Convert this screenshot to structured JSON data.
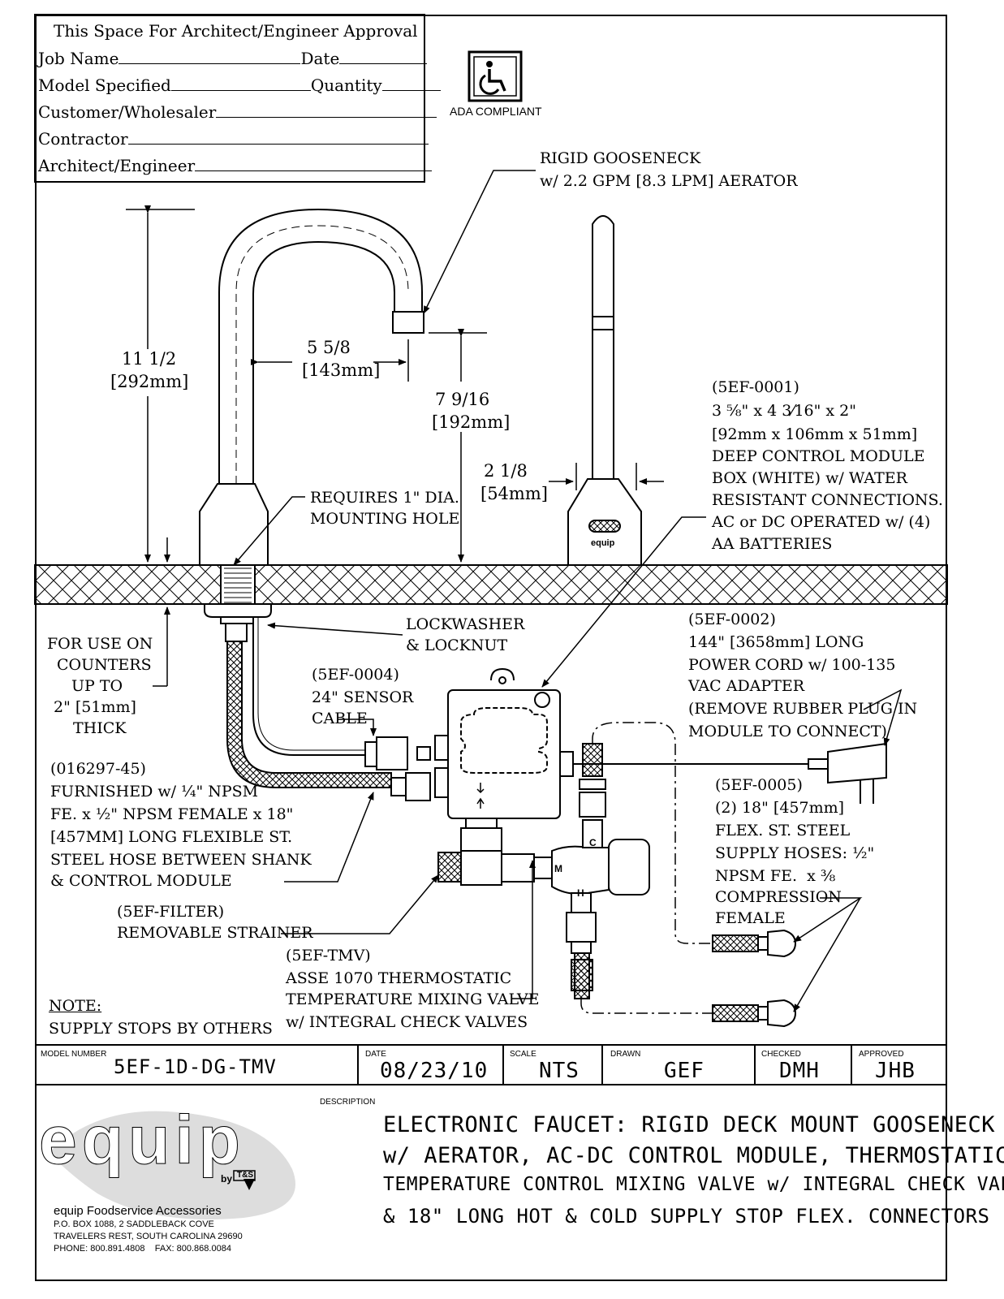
{
  "approval": {
    "title": "This Space For Architect/Engineer Approval",
    "job_name": "Job Name",
    "date": "Date",
    "model_specified": "Model Specified",
    "quantity": "Quantity",
    "customer": "Customer/Wholesaler",
    "contractor": "Contractor",
    "architect": "Architect/Engineer"
  },
  "ada": {
    "label": "ADA COMPLIANT",
    "icon": "wheelchair-icon"
  },
  "callouts": {
    "gooseneck_1": "RIGID GOOSENECK",
    "gooseneck_2": "w/ 2.2 GPM [8.3 LPM] AERATOR",
    "dim_height_1": "11 1/2",
    "dim_height_2": "[292mm]",
    "dim_reach_1": "5 5/8",
    "dim_reach_2": "[143mm]",
    "dim_spout_1": "7 9/16",
    "dim_spout_2": "[192mm]",
    "dim_base_1": "2 1/8",
    "dim_base_2": "[54mm]",
    "mounting_1": "REQUIRES 1\" DIA.",
    "mounting_2": "MOUNTING HOLE",
    "module_1": "(5EF-0001)",
    "module_2": "3 ⅝\" x 4 3⁄16\" x 2\"",
    "module_3": "[92mm x 106mm x 51mm]",
    "module_4": "DEEP CONTROL MODULE",
    "module_5": "BOX (WHITE) w/ WATER",
    "module_6": "RESISTANT CONNECTIONS.",
    "module_7": "AC or DC OPERATED w/ (4)",
    "module_8": "AA BATTERIES",
    "counters_1": "FOR USE ON",
    "counters_2": "COUNTERS",
    "counters_3": "UP TO",
    "counters_4": "2\" [51mm]",
    "counters_5": "THICK",
    "lockwasher_1": "LOCKWASHER",
    "lockwasher_2": "& LOCKNUT",
    "cord_1": "(5EF-0002)",
    "cord_2": "144\" [3658mm] LONG",
    "cord_3": "POWER CORD w/ 100-135",
    "cord_4": "VAC ADAPTER",
    "cord_5": "(REMOVE RUBBER PLUG IN",
    "cord_6": "MODULE TO CONNECT)",
    "sensor_1": "(5EF-0004)",
    "sensor_2": "24\" SENSOR",
    "sensor_3": "CABLE",
    "hose_1": "(016297-45)",
    "hose_2": "FURNISHED w/ ¼\" NPSM",
    "hose_3": "FE. x ½\" NPSM FEMALE x 18\"",
    "hose_4": "[457MM] LONG FLEXIBLE ST.",
    "hose_5": "STEEL HOSE BETWEEN SHANK",
    "hose_6": "& CONTROL MODULE",
    "supply_1": "(5EF-0005)",
    "supply_2": "(2) 18\" [457mm]",
    "supply_3": "FLEX. ST. STEEL",
    "supply_4": "SUPPLY HOSES: ½\"",
    "supply_5": "NPSM FE.  x ⅜",
    "supply_6": "COMPRESSION",
    "supply_7": "FEMALE",
    "filter_1": "(5EF-FILTER)",
    "filter_2": "REMOVABLE STRAINER",
    "tmv_1": "(5EF-TMV)",
    "tmv_2": "ASSE 1070 THERMOSTATIC",
    "tmv_3": "TEMPERATURE MIXING VALVE",
    "tmv_4": "w/ INTEGRAL CHECK VALVES",
    "note_1": "NOTE:",
    "note_2": "SUPPLY STOPS BY OTHERS",
    "module_brand": "equip",
    "valve_c": "C",
    "valve_m": "M",
    "valve_h": "H"
  },
  "title_block": {
    "model_label": "MODEL NUMBER",
    "model_value": "5EF-1D-DG-TMV",
    "date_label": "DATE",
    "date_value": "08/23/10",
    "scale_label": "SCALE",
    "scale_value": "NTS",
    "drawn_label": "DRAWN",
    "drawn_value": "GEF",
    "checked_label": "CHECKED",
    "checked_value": "DMH",
    "approved_label": "APPROVED",
    "approved_value": "JHB",
    "description_label": "DESCRIPTION",
    "desc_1": "ELECTRONIC FAUCET: RIGID DECK MOUNT GOOSENECK",
    "desc_2": "w/ AERATOR, AC-DC CONTROL MODULE, THERMOSTATIC",
    "desc_3": "TEMPERATURE CONTROL MIXING VALVE w/ INTEGRAL CHECK VALVES",
    "desc_4": "& 18\" LONG HOT & COLD SUPPLY STOP FLEX. CONNECTORS"
  },
  "company": {
    "logo_text": "equip",
    "by": "by",
    "ts": "T&S",
    "name": "equip Foodservice Accessories",
    "address_1": "P.O. BOX 1088, 2 SADDLEBACK COVE",
    "address_2": "TRAVELERS REST, SOUTH CAROLINA 29690",
    "phone": "PHONE: 800.891.4808    FAX: 800.868.0084"
  }
}
